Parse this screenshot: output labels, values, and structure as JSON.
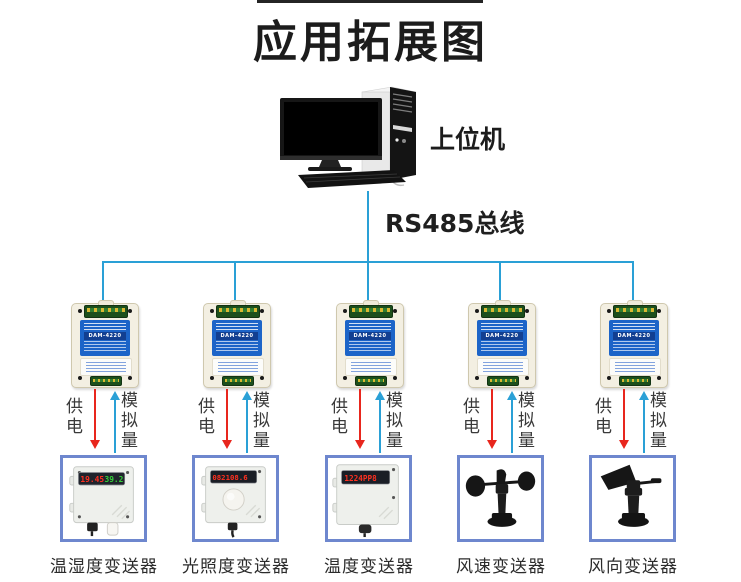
{
  "page": {
    "title": "应用拓展图"
  },
  "host": {
    "label": "上位机"
  },
  "bus": {
    "label": "RS485总线"
  },
  "module": {
    "model": "DAM-4220"
  },
  "flows": {
    "power": "供电",
    "analog": "模拟量"
  },
  "sensors": [
    {
      "name": "温湿度变送器",
      "display_temp": "19.45",
      "display_humi": "39.2"
    },
    {
      "name": "光照度变送器",
      "display": "082108.6"
    },
    {
      "name": "温度变送器",
      "display": "1224PP8"
    },
    {
      "name": "风速变送器"
    },
    {
      "name": "风向变送器"
    }
  ],
  "colors": {
    "bus_line": "#2aa0d6",
    "power_arrow": "#e8261d",
    "analog_arrow": "#2aa0d6",
    "sensor_frame": "#6e87ce",
    "module_label": "#1c64c8",
    "title_text": "#1c1c1c"
  }
}
